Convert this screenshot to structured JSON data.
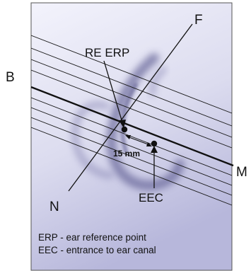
{
  "labels": {
    "f": "F",
    "b": "B",
    "m": "M",
    "n": "N",
    "re_erp": "RE ERP",
    "eec": "EEC",
    "distance": "15 mm"
  },
  "legend": [
    "ERP - ear reference point",
    "EEC - entrance to ear canal"
  ],
  "colors": {
    "panel_top": "#f1f1fb",
    "panel_bottom": "#b9b9dc",
    "ear_shape": "#6c6a9c",
    "lines": "#1a1a1a"
  }
}
